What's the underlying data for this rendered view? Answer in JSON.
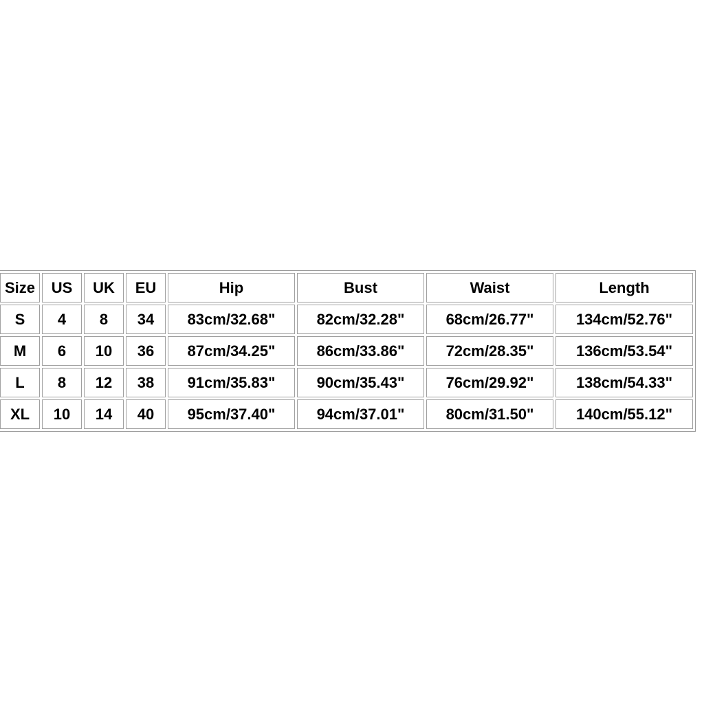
{
  "table": {
    "headers": [
      "Size",
      "US",
      "UK",
      "EU",
      "Hip",
      "Bust",
      "Waist",
      "Length"
    ],
    "rows": [
      [
        "S",
        "4",
        "8",
        "34",
        "83cm/32.68\"",
        "82cm/32.28\"",
        "68cm/26.77\"",
        "134cm/52.76\""
      ],
      [
        "M",
        "6",
        "10",
        "36",
        "87cm/34.25\"",
        "86cm/33.86\"",
        "72cm/28.35\"",
        "136cm/53.54\""
      ],
      [
        "L",
        "8",
        "12",
        "38",
        "91cm/35.83\"",
        "90cm/35.43\"",
        "76cm/29.92\"",
        "138cm/54.33\""
      ],
      [
        "XL",
        "10",
        "14",
        "40",
        "95cm/37.40\"",
        "94cm/37.01\"",
        "80cm/31.50\"",
        "140cm/55.12\""
      ]
    ]
  }
}
